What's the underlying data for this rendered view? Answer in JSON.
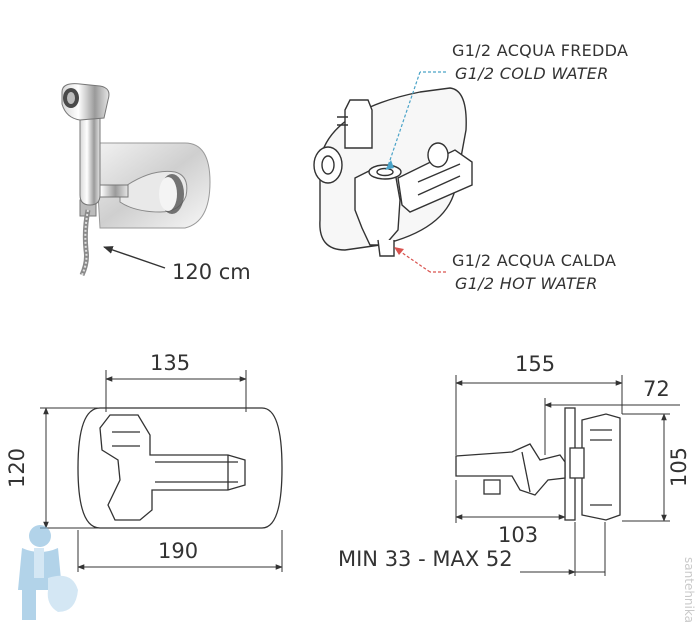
{
  "callouts": {
    "cold_it": "G1/2 ACQUA FREDDA",
    "cold_en": "G1/2 COLD WATER",
    "hot_it": "G1/2 ACQUA CALDA",
    "hot_en": "G1/2 HOT WATER",
    "hose_length": "120 cm"
  },
  "front_view": {
    "width_top": "135",
    "height_left": "120",
    "width_bottom": "190"
  },
  "side_view": {
    "depth_total": "155",
    "depth_box": "72",
    "height_right": "105",
    "depth_inner": "103",
    "wall_range": "MIN 33 - MAX 52"
  },
  "watermark": "santehnika",
  "colors": {
    "line": "#333333",
    "accent_blue": "#4aa3c8",
    "accent_red": "#d9534f",
    "mascot_blue": "#7fb6dc"
  }
}
